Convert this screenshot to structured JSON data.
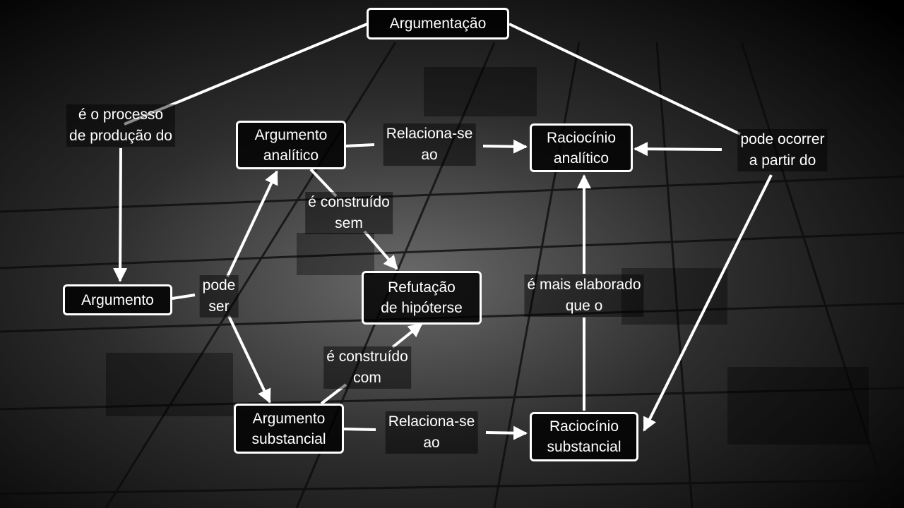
{
  "colors": {
    "background": "#000000",
    "foreground": "#ffffff"
  },
  "nodes": {
    "argumentacao": "Argumentação",
    "argumento": "Argumento",
    "argumento_analitico": "Argumento\nanalítico",
    "raciocinio_analitico": "Raciocínio\nanalítico",
    "refutacao": "Refutação\nde hipóterse",
    "argumento_substancial": "Argumento\nsubstancial",
    "raciocinio_substancial": "Raciocínio\nsubstancial"
  },
  "labels": {
    "processo": "é o processo\nde produção do",
    "pode_ocorrer": "pode ocorrer\na partir do",
    "relaciona_top": "Relaciona-se\nao",
    "construido_sem": "é construído\nsem",
    "pode_ser": "pode\nser",
    "mais_elaborado": "é mais elaborado\nque o",
    "construido_com": "é construído\ncom",
    "relaciona_bottom": "Relaciona-se\nao"
  }
}
